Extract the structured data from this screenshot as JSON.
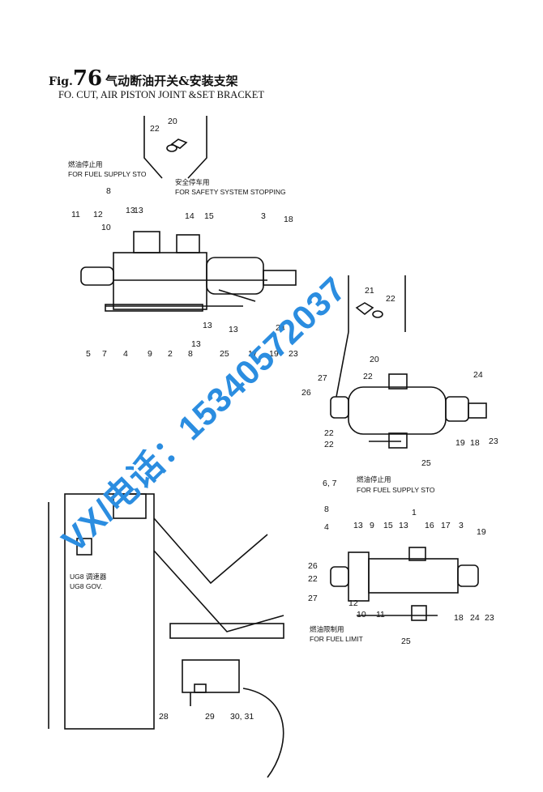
{
  "figure": {
    "prefix": "Fig.",
    "number": "76",
    "title_cn": "气动断油开关&安装支架",
    "title_en": "FO. CUT, AIR PISTON JOINT &SET BRACKET"
  },
  "notes": {
    "fuel_supply_cn": "燃油停止用",
    "fuel_supply_en": "FOR FUEL SUPPLY STO",
    "safety_cn": "安全停车用",
    "safety_en": "FOR SAFETY SYSTEM STOPPING",
    "fuel_supply2_cn": "燃油停止用",
    "fuel_supply2_en": "FOR FUEL SUPPLY STO",
    "fuel_limit_cn": "燃油限制用",
    "fuel_limit_en": "FOR FUEL LIMIT",
    "ug8_cn": "UG8 调速器",
    "ug8_en": "UG8 GOV."
  },
  "watermark": "VX/电话：15340572037",
  "part_labels": {
    "top_view": [
      "22",
      "20",
      "8",
      "13",
      "11",
      "12",
      "10",
      "13",
      "14",
      "15",
      "3",
      "18",
      "5",
      "7",
      "4",
      "9",
      "2",
      "8",
      "13",
      "13",
      "25",
      "17",
      "19",
      "23",
      "24",
      "13"
    ],
    "inset_top": [
      "21",
      "22"
    ],
    "right_view": [
      "20",
      "22",
      "27",
      "26",
      "22",
      "22",
      "6, 7",
      "24",
      "19",
      "18",
      "23",
      "25"
    ],
    "lower_right": [
      "8",
      "13",
      "9",
      "15",
      "13",
      "1",
      "16",
      "17",
      "3",
      "19",
      "4",
      "26",
      "22",
      "27",
      "12",
      "10",
      "11",
      "18",
      "24",
      "23",
      "25"
    ],
    "bottom": [
      "28",
      "29",
      "30, 31"
    ]
  }
}
